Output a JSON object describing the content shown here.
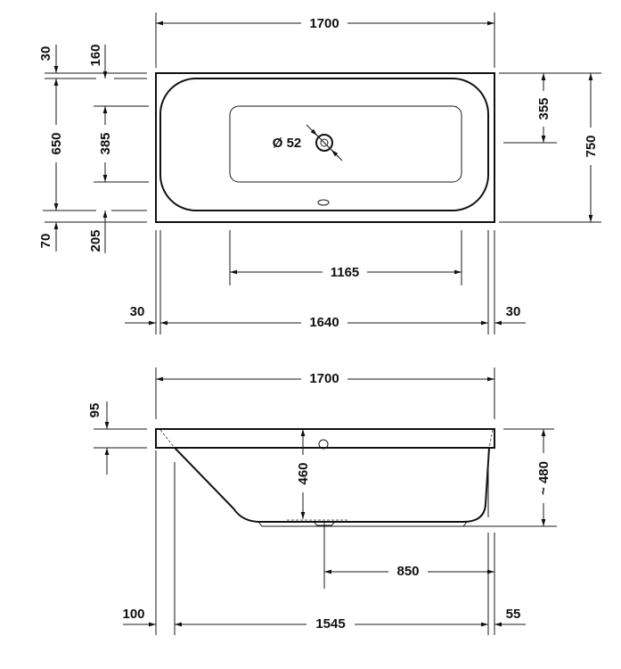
{
  "top_view": {
    "overall_length": "1700",
    "overall_width": "750",
    "rim_top": "30",
    "inner_top_offset": "160",
    "inner_width": "650",
    "floor_width": "385",
    "rim_bottom": "70",
    "floor_bottom_offset": "205",
    "drain_offset": "355",
    "drain_diameter": "Ø 52",
    "floor_length": "1165",
    "inner_length": "1640",
    "rim_left": "30",
    "rim_right": "30"
  },
  "side_view": {
    "overall_length": "1700",
    "rim_height": "95",
    "inner_depth": "460",
    "overall_height": "~ 480",
    "drain_to_end": "850",
    "bottom_length": "1545",
    "left_offset": "100",
    "right_offset": "55"
  }
}
